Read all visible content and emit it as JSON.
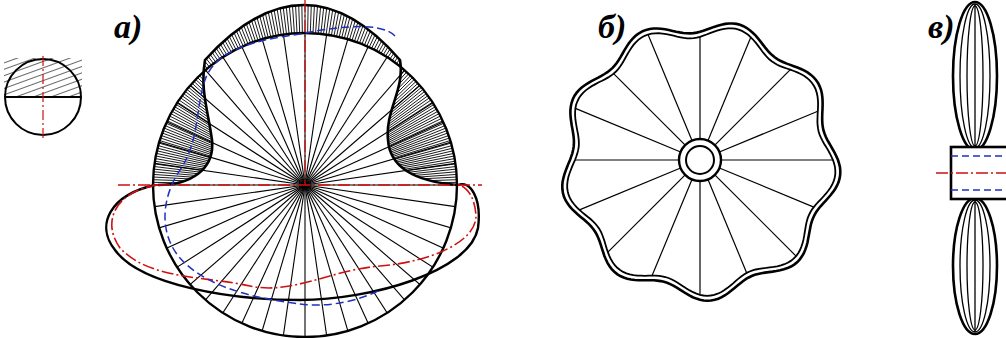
{
  "diagram": {
    "labels": [
      "а)",
      "б)",
      "в)"
    ]
  }
}
